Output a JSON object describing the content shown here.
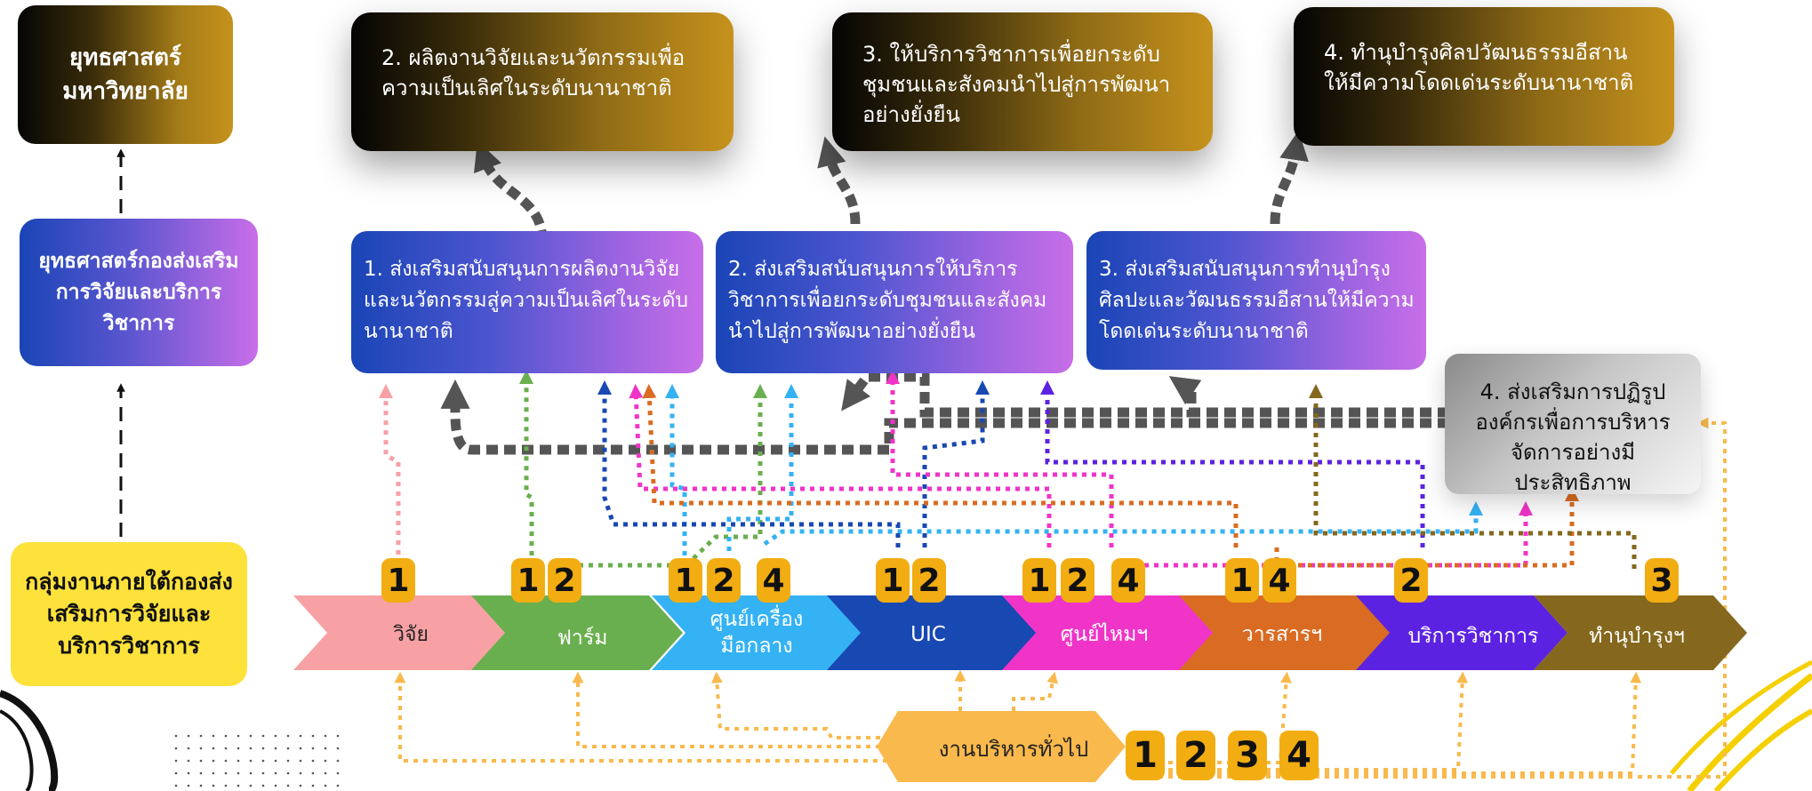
{
  "goals": [
    {
      "text": "2. ผลิตงานวิจัยและนวัตกรรมเพื่อความเป็นเลิศในระดับนานาชาติ"
    },
    {
      "text": "3. ให้บริการวิชาการเพื่อยกระดับชุมชนและสังคมนำไปสู่การพัฒนาอย่างยั่งยืน"
    },
    {
      "text": "4. ทำนุบำรุงศิลปวัฒนธรรมอีสานให้มีความโดดเด่นระดับนานาชาติ"
    }
  ],
  "strategies": [
    {
      "text": "1. ส่งเสริมสนับสนุนการผลิตงานวิจัยและนวัตกรรมสู่ความเป็นเลิศในระดับนานาชาติ"
    },
    {
      "text": "2. ส่งเสริมสนับสนุนการให้บริการวิชาการเพื่อยกระดับชุมชนและสังคมนำไปสู่การพัฒนาอย่างยั่งยืน"
    },
    {
      "text": "3. ส่งเสริมสนับสนุนการทำนุบำรุงศิลปะและวัฒนธรรมอีสานให้มีความโดดเด่นระดับนานาชาติ"
    },
    {
      "text": "4. ส่งเสริมการปฏิรูปองค์กรเพื่อการบริหารจัดการอย่างมีประสิทธิภาพ"
    }
  ],
  "left": {
    "university": "ยุทธศาสตร์มหาวิทยาลัย",
    "division": "ยุทธศาสตร์กองส่งเสริมการวิจัยและบริการวิชาการ",
    "groups": "กลุ่มงานภายใต้กองส่งเสริมการวิจัยและบริการวิชาการ"
  },
  "units": [
    {
      "label": "วิจัย",
      "color": "#f7a1a4",
      "badges": [
        "1"
      ]
    },
    {
      "label": "ฟาร์ม",
      "color": "#6aaf4f",
      "badges": [
        "1",
        "2"
      ]
    },
    {
      "label": "ศูนย์เครื่องมือกลาง",
      "color": "#34b2f4",
      "badges": [
        "1",
        "2",
        "4"
      ]
    },
    {
      "label": "UIC",
      "color": "#1848b2",
      "badges": [
        "1",
        "2"
      ]
    },
    {
      "label": "ศูนย์ไหมฯ",
      "color": "#f034c8",
      "badges": [
        "1",
        "2",
        "4"
      ]
    },
    {
      "label": "วารสารฯ",
      "color": "#d96c22",
      "badges": [
        "1",
        "4"
      ]
    },
    {
      "label": "บริการวิชาการ",
      "color": "#5c22e2",
      "badges": [
        "2"
      ]
    },
    {
      "label": "ทำนุบำรุงฯ",
      "color": "#85681d",
      "badges": [
        "3"
      ]
    }
  ],
  "general": {
    "label": "งานบริหารทั่วไป",
    "color": "#f9b94c",
    "badges": [
      "1",
      "2",
      "3",
      "4"
    ]
  }
}
